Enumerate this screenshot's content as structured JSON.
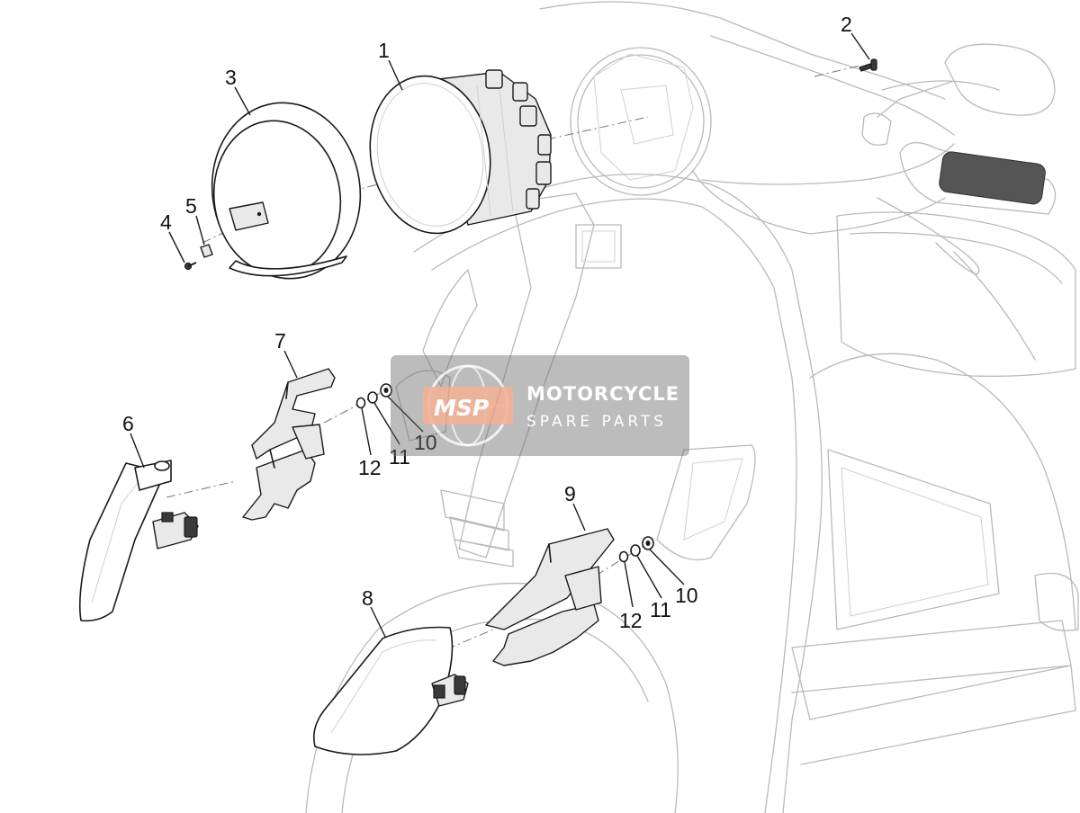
{
  "diagram": {
    "callouts": [
      {
        "id": "1",
        "label": "1"
      },
      {
        "id": "2",
        "label": "2"
      },
      {
        "id": "3",
        "label": "3"
      },
      {
        "id": "4",
        "label": "4"
      },
      {
        "id": "5",
        "label": "5"
      },
      {
        "id": "6",
        "label": "6"
      },
      {
        "id": "7",
        "label": "7"
      },
      {
        "id": "8",
        "label": "8"
      },
      {
        "id": "9",
        "label": "9"
      },
      {
        "id": "10a",
        "label": "10"
      },
      {
        "id": "11a",
        "label": "11"
      },
      {
        "id": "12a",
        "label": "12"
      },
      {
        "id": "10b",
        "label": "10"
      },
      {
        "id": "11b",
        "label": "11"
      },
      {
        "id": "12b",
        "label": "12"
      }
    ]
  },
  "watermark": {
    "logo_text": "MSP",
    "line1": "MOTORCYCLE",
    "line2": "SPARE PARTS",
    "bg_color": "#6b6b6b",
    "accent_color": "#f0a080"
  }
}
